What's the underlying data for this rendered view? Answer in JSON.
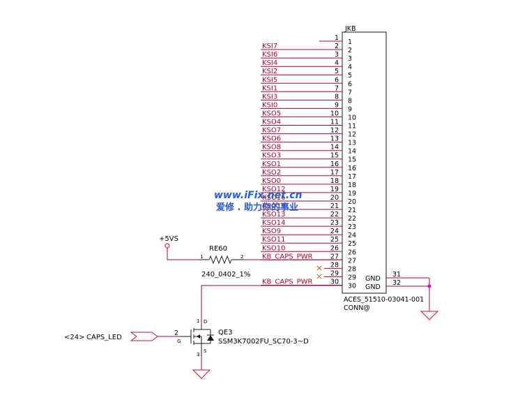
{
  "colors": {
    "wire": "#b4002a",
    "outline": "#1a1a1a",
    "text": "#000000",
    "ground": "#c8102e",
    "junction": "#e000e0",
    "x_mark": "#d06000",
    "watermark": "#2a5bd7"
  },
  "connector": {
    "ref": "JKB",
    "part": "ACES_51510-03041-001",
    "footprint": "CONN@",
    "pins": [
      "1",
      "2",
      "3",
      "4",
      "5",
      "6",
      "7",
      "8",
      "9",
      "10",
      "11",
      "12",
      "13",
      "14",
      "15",
      "16",
      "17",
      "18",
      "19",
      "20",
      "21",
      "22",
      "23",
      "24",
      "25",
      "26",
      "27",
      "28",
      "29",
      "30"
    ],
    "inner_labels": [
      "1",
      "2",
      "3",
      "4",
      "5",
      "6",
      "7",
      "8",
      "9",
      "10",
      "11",
      "12",
      "13",
      "14",
      "15",
      "16",
      "17",
      "18",
      "19",
      "20",
      "21",
      "22",
      "23",
      "24",
      "25",
      "26",
      "27",
      "28",
      "29",
      "30"
    ],
    "nets": [
      "",
      "KSI7",
      "KSI6",
      "KSI4",
      "KSI2",
      "KSI5",
      "KSI1",
      "KSI3",
      "KSI0",
      "KSO5",
      "KSO4",
      "KSO7",
      "KSO6",
      "KSO8",
      "KSO3",
      "KSO1",
      "KSO2",
      "KSO0",
      "KSO12",
      "KSO16",
      "KSO15",
      "KSO13",
      "KSO14",
      "KSO9",
      "KSO11",
      "KSO10",
      "KB_CAPS_PWR",
      "",
      "",
      "KB_CAPS_PWR"
    ],
    "gnd_pins": [
      {
        "num": "31",
        "label": "GND"
      },
      {
        "num": "32",
        "label": "GND"
      }
    ]
  },
  "power": {
    "label": "+5VS"
  },
  "resistor": {
    "ref": "RE60",
    "value": "240_0402_1%",
    "pin1": "1",
    "pin2": "2"
  },
  "mosfet": {
    "ref": "QE3",
    "part": "SSM3K7002FU_SC70-3~D",
    "pin_d_num": "1",
    "pin_d": "D",
    "pin_g_num": "2",
    "pin_g": "G",
    "pin_s_num": "3",
    "pin_s": "S"
  },
  "input": {
    "sheet_ref": "<24>",
    "net": "CAPS_LED"
  },
  "watermark": {
    "line1": "www.iFix.net.cn",
    "line2": "爱修 . 助力你的事业"
  }
}
